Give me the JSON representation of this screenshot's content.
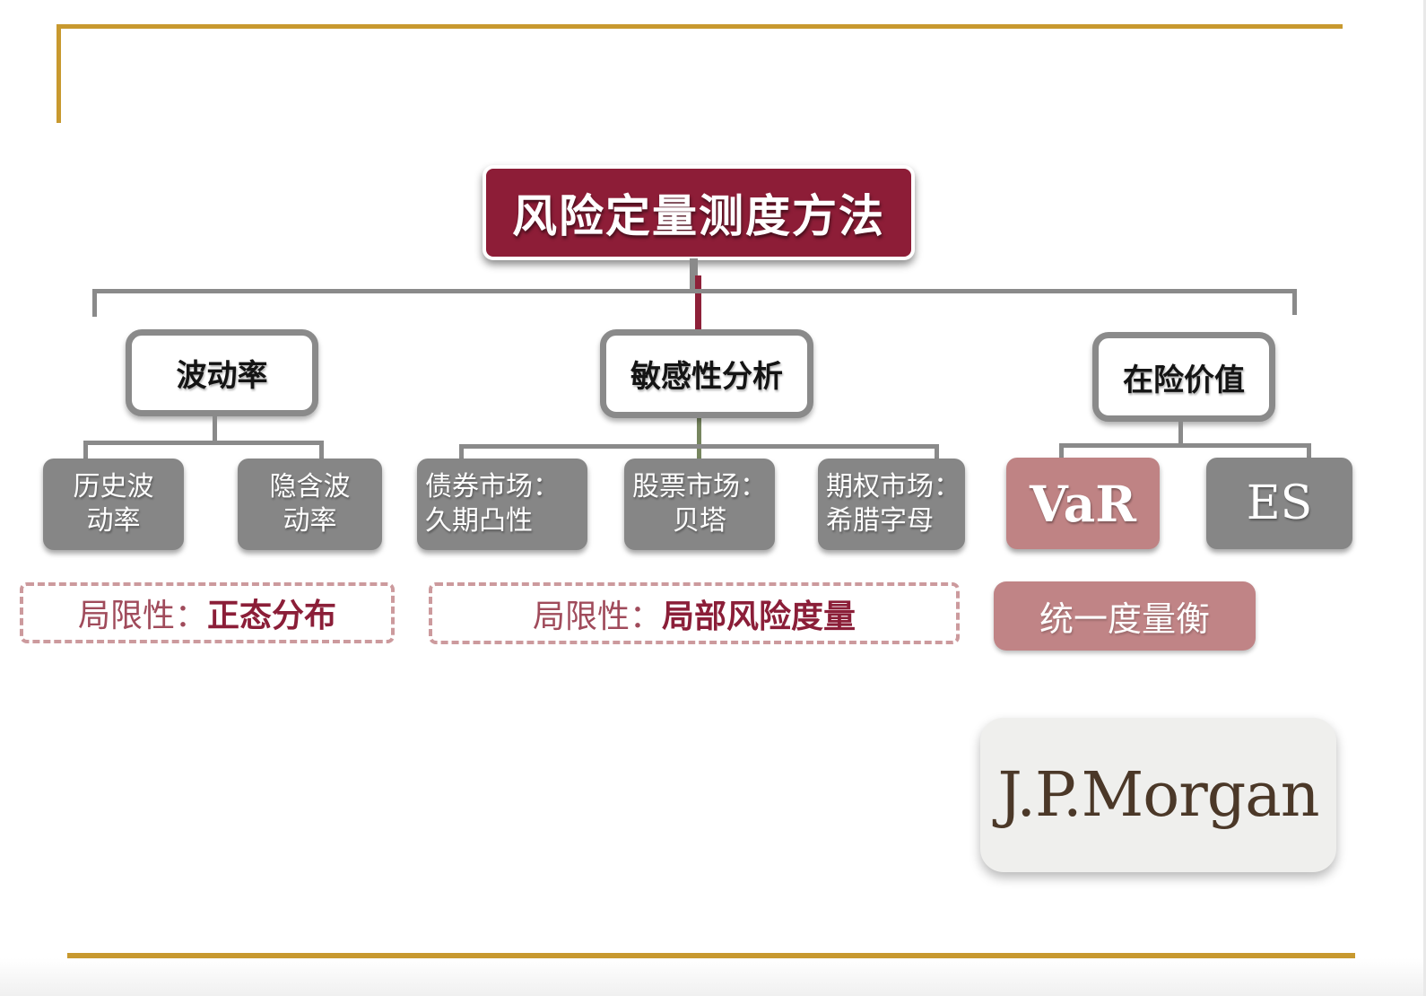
{
  "slide": {
    "root_label": "风险定量测度方法",
    "branches": {
      "volatility": {
        "label": "波动率"
      },
      "sensitivity": {
        "label": "敏感性分析"
      },
      "value_at_risk": {
        "label": "在险价值"
      }
    },
    "leaves": {
      "historical_vol": {
        "line1": "历史波",
        "line2": "动率"
      },
      "implied_vol": {
        "line1": "隐含波",
        "line2": "动率"
      },
      "bond_market": {
        "line1": "债券市场：",
        "line2": "久期凸性"
      },
      "stock_market": {
        "line1": "股票市场：",
        "line2": "贝塔"
      },
      "option_market": {
        "line1": "期权市场：",
        "line2": "希腊字母"
      },
      "var": {
        "label": "VaR"
      },
      "es": {
        "label": "ES"
      }
    },
    "notes": {
      "volatility_note": {
        "prefix": "局限性：",
        "emphasis": "正态分布"
      },
      "sensitivity_note": {
        "prefix": "局限性：",
        "emphasis": "局部风险度量"
      },
      "var_badge": "统一度量衡"
    },
    "logo_text": "J.P.Morgan",
    "colors": {
      "maroon": "#8D1D37",
      "red_line": "#8E2139",
      "gray_box": "#868686",
      "gray_line": "#8A8A8A",
      "pink_box": "#BF8384",
      "pink_badge": "#C08486",
      "dashed_pink": "#CC9A9D",
      "note_text": "#8B1E38",
      "gold": "#C8992F",
      "green_line": "#77865F",
      "logo_bg": "#EFEFED",
      "logo_text_color": "#4B3828"
    }
  }
}
